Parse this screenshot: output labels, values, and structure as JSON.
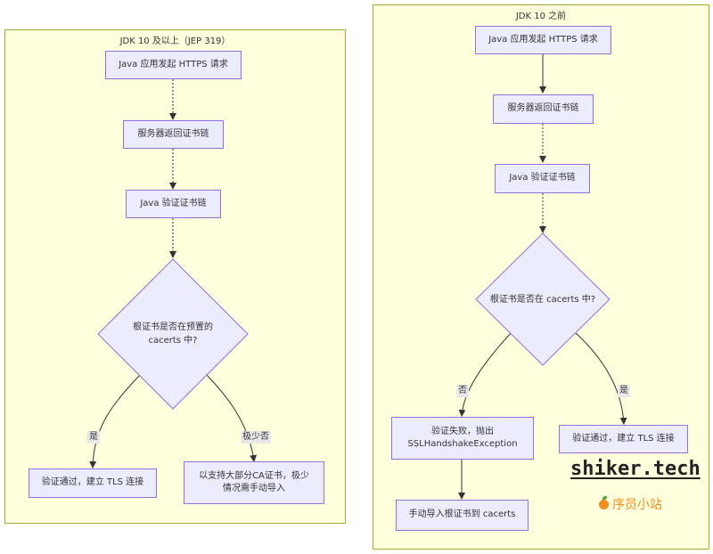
{
  "left": {
    "title": "JDK 10 及以上（JEP 319）",
    "nodes": {
      "request": "Java 应用发起 HTTPS 请求",
      "return_chain": "服务器返回证书链",
      "verify": "Java 验证证书链",
      "decision": "根证书是否在预置的\ncacerts 中?",
      "pass": "验证通过，建立 TLS 连接",
      "ca_support": "以支持大部分CA证书，极少\n情况需手动导入"
    },
    "edge_labels": {
      "yes": "是",
      "rarely_no": "极少否"
    }
  },
  "right": {
    "title": "JDK 10 之前",
    "nodes": {
      "request": "Java 应用发起 HTTPS 请求",
      "return_chain": "服务器返回证书链",
      "verify": "Java 验证证书链",
      "decision": "根证书是否在 cacerts 中?",
      "fail": "验证失败，抛出\nSSLHandshakeException",
      "pass": "验证通过，建立 TLS 连接",
      "manual_import": "手动导入根证书到 cacerts"
    },
    "edge_labels": {
      "no": "否",
      "yes": "是"
    }
  },
  "watermark": {
    "site": "shiker.tech",
    "subtitle": "序员小站",
    "accent": "#f08c1e"
  },
  "colors": {
    "cluster_fill": "#ffffde",
    "cluster_border": "#aaaa33",
    "node_fill": "#ececff",
    "node_border": "#9370db"
  }
}
